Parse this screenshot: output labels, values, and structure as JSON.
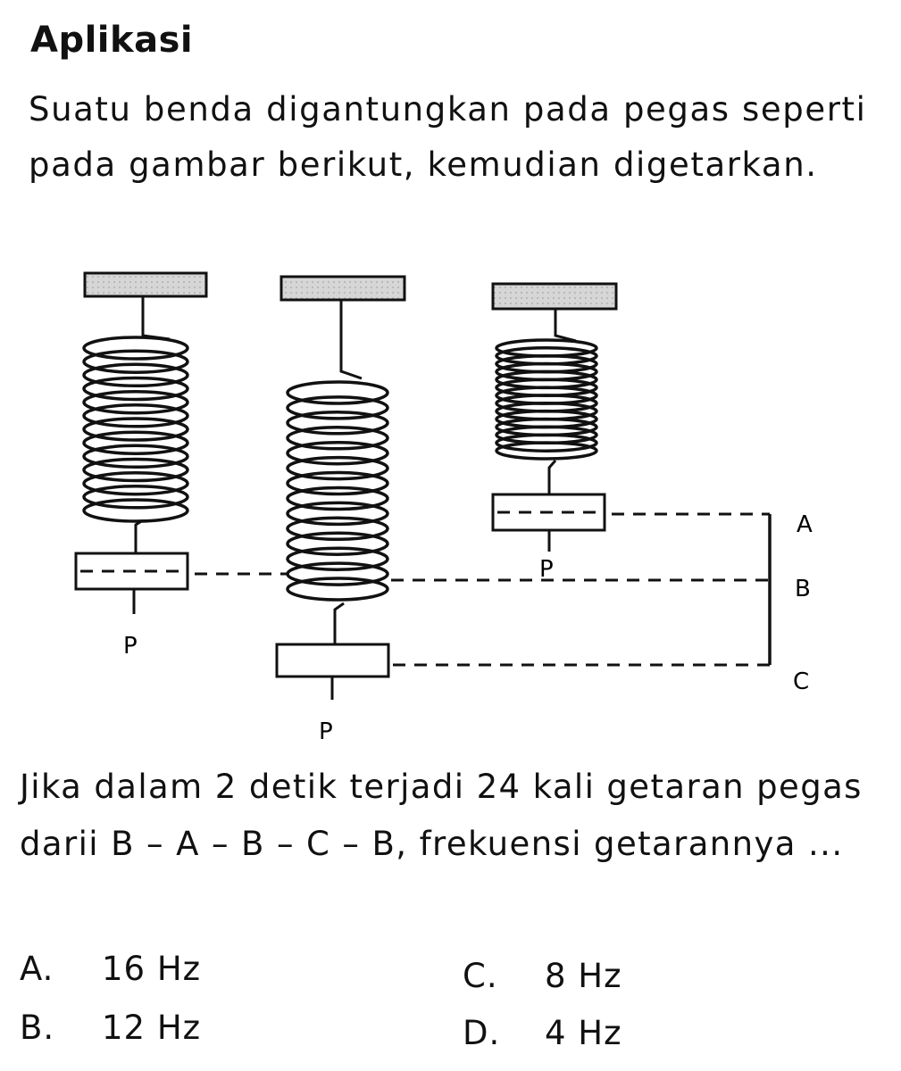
{
  "heading": "Aplikasi",
  "intro_text": "Suatu benda digantungkan pada pegas seperti pada gambar berikut, kemudian digetarkan.",
  "figure": {
    "mass_label": "P",
    "level_labels": [
      "A",
      "B",
      "C"
    ]
  },
  "question_text": "Jika dalam 2 detik terjadi 24 kali getaran pegas darii B – A – B – C – B, frekuensi getarannya ...",
  "options": [
    {
      "letter": "A.",
      "text": "16 Hz"
    },
    {
      "letter": "B.",
      "text": "12 Hz"
    },
    {
      "letter": "C.",
      "text": "8 Hz"
    },
    {
      "letter": "D.",
      "text": "4 Hz"
    }
  ]
}
